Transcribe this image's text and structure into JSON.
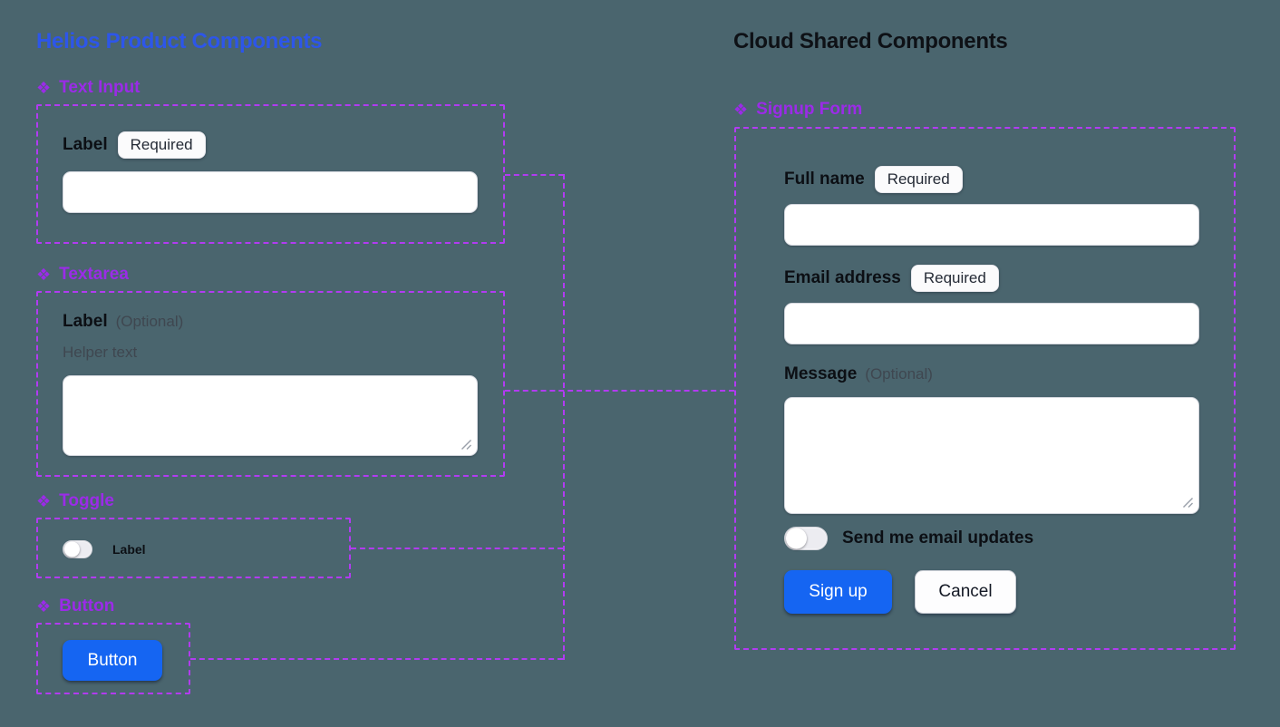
{
  "colors": {
    "canvas_background": "#4A656E",
    "title_blue": "#2D56E9",
    "component_purple": "#9B2BE8",
    "frame_dash_purple": "#B23BF2",
    "primary_button_blue": "#1565F2"
  },
  "icons": {
    "component": "❖"
  },
  "left_panel": {
    "title": "Helios Product Components",
    "text_input": {
      "section_label": "Text Input",
      "field_label": "Label",
      "required_badge": "Required",
      "input_value": ""
    },
    "textarea": {
      "section_label": "Textarea",
      "field_label": "Label",
      "optional_note": "(Optional)",
      "helper_text": "Helper text",
      "textarea_value": ""
    },
    "toggle": {
      "section_label": "Toggle",
      "toggle_label": "Label",
      "state": "off"
    },
    "button": {
      "section_label": "Button",
      "button_label": "Button"
    }
  },
  "right_panel": {
    "title": "Cloud Shared Components",
    "signup_form": {
      "section_label": "Signup Form",
      "full_name": {
        "label": "Full name",
        "required_badge": "Required",
        "input_value": ""
      },
      "email": {
        "label": "Email address",
        "required_badge": "Required",
        "input_value": ""
      },
      "message": {
        "label": "Message",
        "optional_note": "(Optional)",
        "textarea_value": ""
      },
      "updates_toggle": {
        "label": "Send me email updates",
        "state": "off"
      },
      "signup_button": "Sign up",
      "cancel_button": "Cancel"
    }
  }
}
